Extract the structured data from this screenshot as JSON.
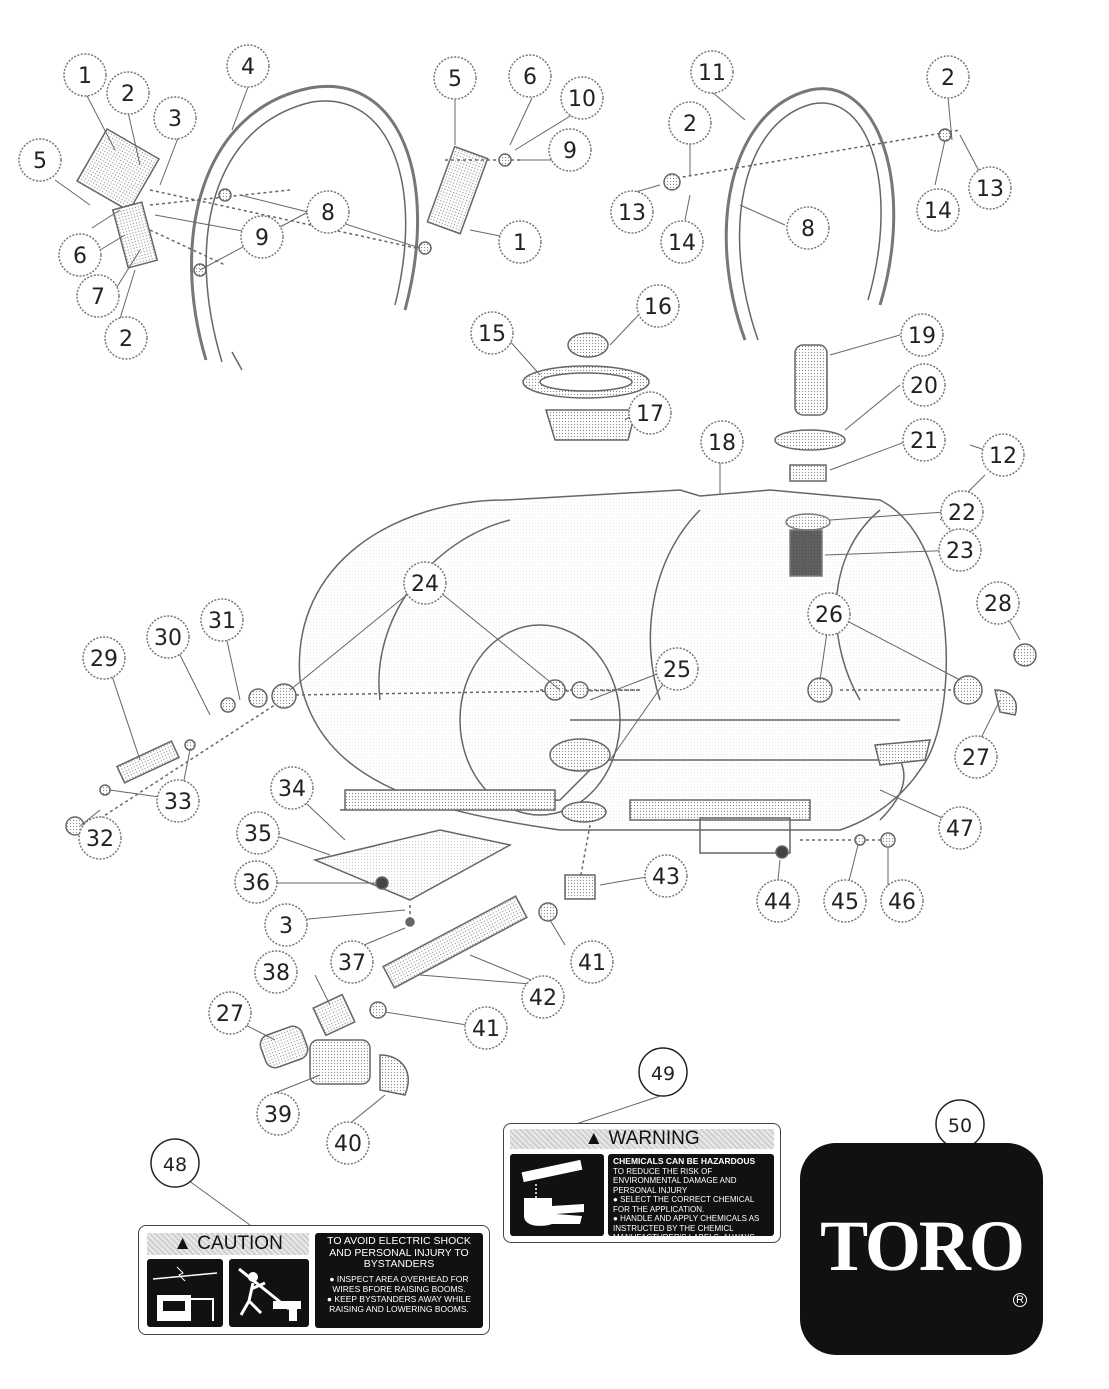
{
  "callouts": [
    {
      "n": "1"
    },
    {
      "n": "2"
    },
    {
      "n": "3"
    },
    {
      "n": "4"
    },
    {
      "n": "5"
    },
    {
      "n": "6"
    },
    {
      "n": "10"
    },
    {
      "n": "11"
    },
    {
      "n": "2"
    },
    {
      "n": "2"
    },
    {
      "n": "5"
    },
    {
      "n": "9"
    },
    {
      "n": "8"
    },
    {
      "n": "13"
    },
    {
      "n": "14"
    },
    {
      "n": "8"
    },
    {
      "n": "14"
    },
    {
      "n": "13"
    },
    {
      "n": "6"
    },
    {
      "n": "9"
    },
    {
      "n": "1"
    },
    {
      "n": "7"
    },
    {
      "n": "2"
    },
    {
      "n": "16"
    },
    {
      "n": "15"
    },
    {
      "n": "19"
    },
    {
      "n": "20"
    },
    {
      "n": "17"
    },
    {
      "n": "21"
    },
    {
      "n": "12"
    },
    {
      "n": "18"
    },
    {
      "n": "22"
    },
    {
      "n": "23"
    },
    {
      "n": "24"
    },
    {
      "n": "31"
    },
    {
      "n": "28"
    },
    {
      "n": "30"
    },
    {
      "n": "26"
    },
    {
      "n": "29"
    },
    {
      "n": "25"
    },
    {
      "n": "27"
    },
    {
      "n": "33"
    },
    {
      "n": "32"
    },
    {
      "n": "47"
    },
    {
      "n": "34"
    },
    {
      "n": "35"
    },
    {
      "n": "43"
    },
    {
      "n": "36"
    },
    {
      "n": "44"
    },
    {
      "n": "45"
    },
    {
      "n": "46"
    },
    {
      "n": "3"
    },
    {
      "n": "37"
    },
    {
      "n": "41"
    },
    {
      "n": "38"
    },
    {
      "n": "42"
    },
    {
      "n": "27"
    },
    {
      "n": "41"
    },
    {
      "n": "49"
    },
    {
      "n": "39"
    },
    {
      "n": "50"
    },
    {
      "n": "40"
    },
    {
      "n": "48"
    }
  ],
  "decal_48": {
    "heading": "CAUTION",
    "lines": [
      "TO AVOID ELECTRIC SHOCK",
      "AND PERSONAL INJURY TO",
      "BYSTANDERS"
    ],
    "bullets": [
      "INSPECT AREA OVERHEAD FOR WIRES BFORE RAISING BOOMS.",
      "KEEP BYSTANDERS AWAY WHILE RAISING AND LOWERING BOOMS."
    ]
  },
  "decal_49": {
    "heading": "WARNING",
    "title": "CHEMICALS CAN BE HAZARDOUS",
    "intro": "TO REDUCE THE RISK OF ENVIRONMENTAL DAMAGE AND PERSONAL INJURY",
    "bullets": [
      "SELECT THE CORRECT CHEMICAL FOR THE APPLICATION.",
      "HANDLE AND APPLY CHEMICALS AS INSTRUCTED BY THE CHEMICL MANUFACTURER'S LABELS. ALWAYS WEAR PROTECTIVE CLOTHING AND MASK."
    ]
  },
  "logo": {
    "word": "TORO",
    "reg": "R"
  },
  "colors": {
    "line": "#555555",
    "dotted": "#777777",
    "decal_black": "#111111"
  }
}
